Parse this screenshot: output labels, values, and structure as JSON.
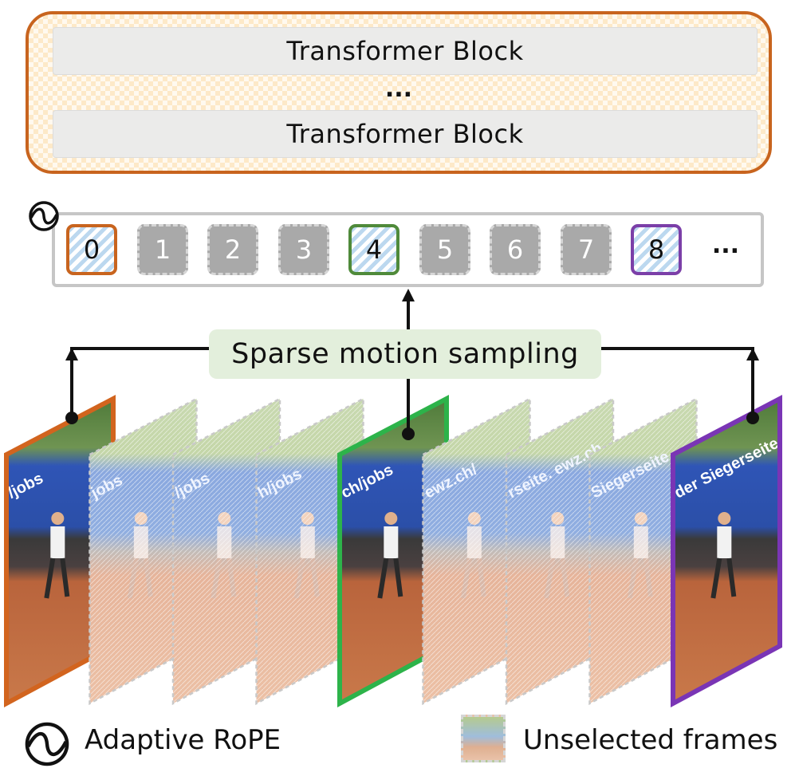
{
  "transformer": {
    "block_top": "Transformer Block",
    "ellipsis": "...",
    "block_bottom": "Transformer Block"
  },
  "tokens": [
    {
      "label": "0",
      "selected": true,
      "color": "#c8641e"
    },
    {
      "label": "1",
      "selected": false
    },
    {
      "label": "2",
      "selected": false
    },
    {
      "label": "3",
      "selected": false
    },
    {
      "label": "4",
      "selected": true,
      "color": "#4f8a3a"
    },
    {
      "label": "5",
      "selected": false
    },
    {
      "label": "6",
      "selected": false
    },
    {
      "label": "7",
      "selected": false
    },
    {
      "label": "8",
      "selected": true,
      "color": "#7b3fa8"
    }
  ],
  "tokens_ellipsis": "...",
  "sampling_label": "Sparse motion sampling",
  "frames": {
    "count": 9,
    "selected": [
      {
        "index": 0,
        "color": "#d2641e"
      },
      {
        "index": 4,
        "color": "#2db34a"
      },
      {
        "index": 8,
        "color": "#7a35b5"
      }
    ],
    "banner_texts": [
      "/jobs",
      "jobs",
      "/jobs",
      "h/jobs",
      "ch/jobs",
      "ewz.ch/",
      "rseite. ewz.ch",
      "Siegerseite.",
      "der Siegerseite. c"
    ]
  },
  "legend": {
    "rope_label": "Adaptive RoPE",
    "unselected_label": "Unselected frames"
  }
}
